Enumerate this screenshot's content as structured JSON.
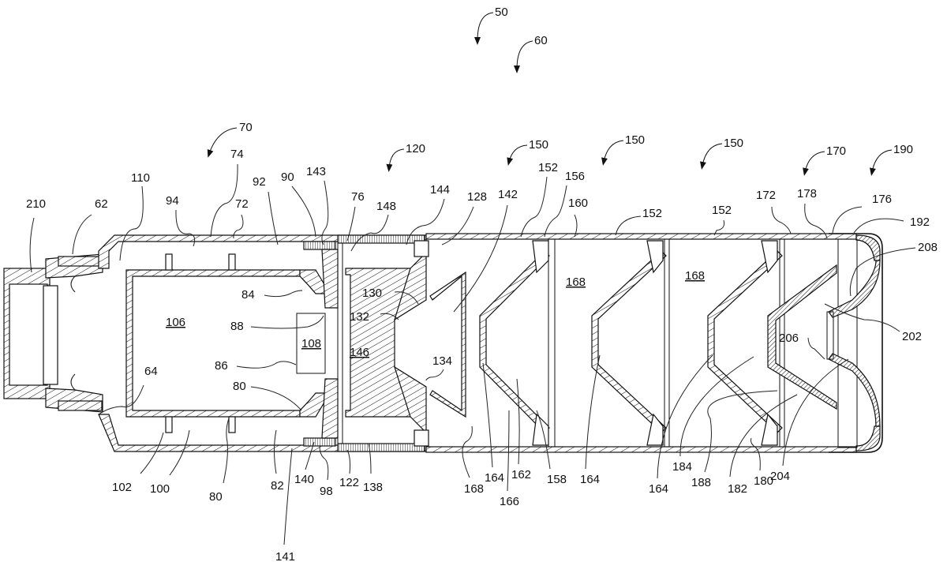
{
  "figure": {
    "title": "Patent cross-section: multi-baffle suppressor assembly",
    "assembly_arrows": [
      {
        "id": "50",
        "label": "50"
      },
      {
        "id": "60",
        "label": "60"
      },
      {
        "id": "70",
        "label": "70"
      },
      {
        "id": "120",
        "label": "120"
      },
      {
        "id": "150a",
        "label": "150"
      },
      {
        "id": "150b",
        "label": "150"
      },
      {
        "id": "150c",
        "label": "150"
      },
      {
        "id": "170",
        "label": "170"
      },
      {
        "id": "190",
        "label": "190"
      }
    ],
    "top_labels": {
      "l210": "210",
      "l62": "62",
      "l110": "110",
      "l94": "94",
      "l74": "74",
      "l72": "72",
      "l92": "92",
      "l90": "90",
      "l143": "143",
      "l76": "76",
      "l148": "148",
      "l144": "144",
      "l128": "128",
      "l142": "142",
      "l152a": "152",
      "l156": "156",
      "l160": "160",
      "l152b": "152",
      "l152c": "152",
      "l172": "172",
      "l178": "178",
      "l176": "176",
      "l192": "192",
      "l208": "208",
      "l202": "202"
    },
    "inner_labels": {
      "l106": "106",
      "l84": "84",
      "l88": "88",
      "l108": "108",
      "l86": "86",
      "l80i": "80",
      "l64": "64",
      "l130": "130",
      "l132": "132",
      "l146": "146",
      "l134": "134",
      "l168a": "168",
      "l168b": "168",
      "l206": "206"
    },
    "bottom_labels": {
      "l102": "102",
      "l100": "100",
      "l80b": "80",
      "l82": "82",
      "l141": "141",
      "l140": "140",
      "l98": "98",
      "l122": "122",
      "l138": "138",
      "l168c": "168",
      "l164a": "164",
      "l166": "166",
      "l162": "162",
      "l158": "158",
      "l164b": "164",
      "l164c": "164",
      "l184": "184",
      "l188": "188",
      "l182": "182",
      "l180": "180",
      "l204": "204"
    }
  }
}
